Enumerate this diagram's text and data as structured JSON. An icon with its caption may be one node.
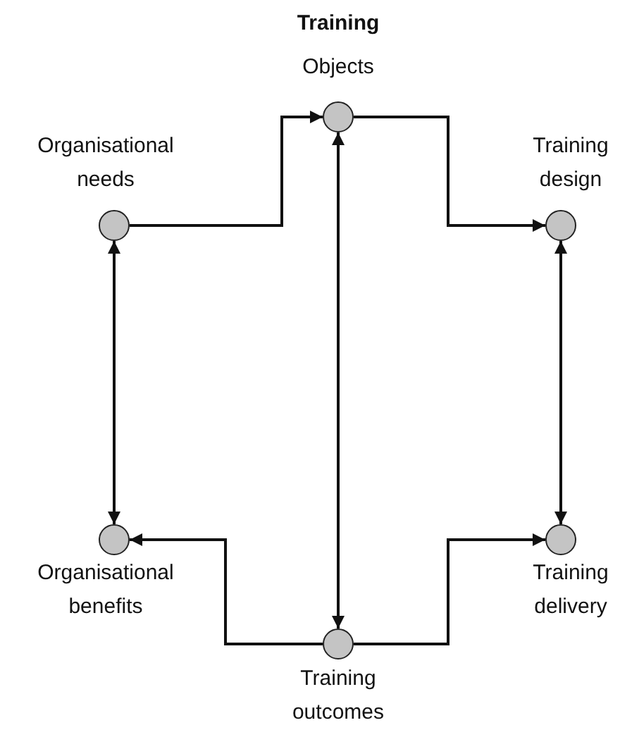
{
  "diagram": {
    "title": "Training",
    "nodes": [
      {
        "text": [],
        "shape": "circle",
        "beside": [
          "Organisational needs"
        ]
      },
      {
        "text": [],
        "shape": "circle",
        "beside": [
          "Objects"
        ]
      },
      {
        "text": [],
        "shape": "circle",
        "beside": [
          "Training design"
        ]
      },
      {
        "text": [],
        "shape": "circle",
        "beside": [
          "Organisational benefits"
        ]
      },
      {
        "text": [],
        "shape": "circle",
        "beside": [
          "Training outcomes"
        ]
      },
      {
        "text": [],
        "shape": "circle",
        "beside": [
          "Training delivery"
        ]
      }
    ],
    "edges": [
      {
        "from": 0,
        "to": 1,
        "arrow": "to"
      },
      {
        "from": 1,
        "to": 2,
        "arrow": "to"
      },
      {
        "from": 0,
        "to": 3,
        "arrow": "both"
      },
      {
        "from": 1,
        "to": 4,
        "arrow": "both"
      },
      {
        "from": 2,
        "to": 5,
        "arrow": "both"
      },
      {
        "from": 4,
        "to": 3,
        "arrow": "to"
      },
      {
        "from": 4,
        "to": 5,
        "arrow": "to"
      }
    ]
  }
}
